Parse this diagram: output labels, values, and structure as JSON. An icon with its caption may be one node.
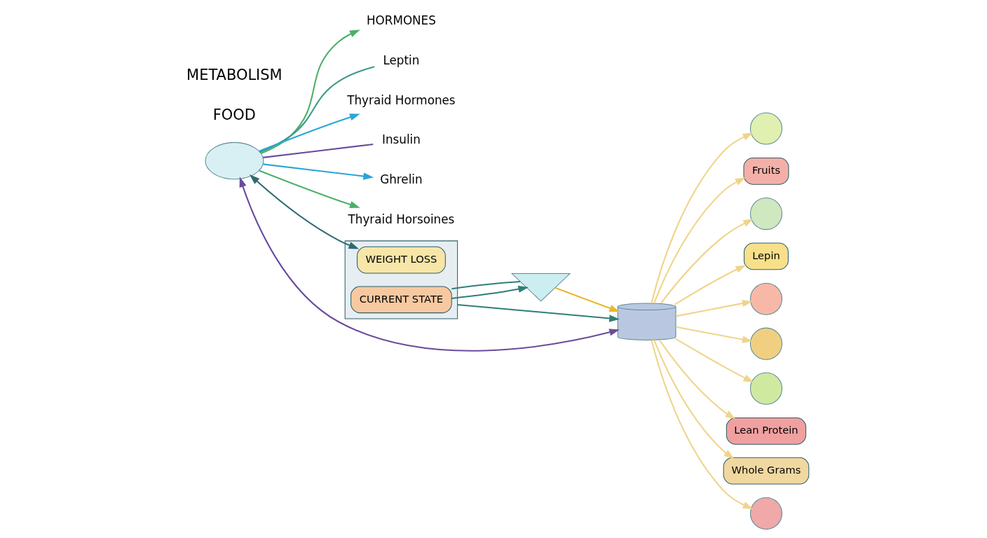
{
  "diagram": {
    "nodes": [
      {
        "text": [],
        "shape": "cloud"
      },
      {
        "text": [
          "HORMONES"
        ]
      },
      {
        "text": [
          "Leptin"
        ]
      },
      {
        "text": [
          "Thyraid Hormones"
        ]
      },
      {
        "text": [
          "Insulin"
        ]
      },
      {
        "text": [
          "Ghrelin"
        ]
      },
      {
        "text": [
          "Thyraid Horsoines"
        ]
      },
      {
        "text": [],
        "shape": "box"
      },
      {
        "text": [
          "WEIGHT LOSS"
        ],
        "in": 7
      },
      {
        "text": [
          "CURRENT STATE"
        ],
        "in": 7
      },
      {
        "text": [],
        "shape": "triangle"
      },
      {
        "text": [],
        "shape": "cylinder"
      },
      {
        "text": [],
        "shape": "circle"
      },
      {
        "text": [
          "Fruits"
        ]
      },
      {
        "text": [],
        "shape": "circle"
      },
      {
        "text": [
          "Lepin"
        ]
      },
      {
        "text": [],
        "shape": "circle"
      },
      {
        "text": [],
        "shape": "circle"
      },
      {
        "text": [],
        "shape": "circle"
      },
      {
        "text": [
          "Lean Protein"
        ]
      },
      {
        "text": [
          "Whole Grams"
        ]
      },
      {
        "text": [],
        "shape": "circle"
      }
    ],
    "edges": [
      {
        "from": 0,
        "to": 1,
        "arrow": "to",
        "color": "#4caf6a"
      },
      {
        "from": 0,
        "to": 2,
        "arrow": "none",
        "color": "#3a9a8a"
      },
      {
        "from": 0,
        "to": 3,
        "arrow": "to",
        "color": "#2aa6d6"
      },
      {
        "from": 0,
        "to": 4,
        "arrow": "none",
        "color": "#6a4c9c"
      },
      {
        "from": 0,
        "to": 5,
        "arrow": "to",
        "color": "#2aa6d6"
      },
      {
        "from": 0,
        "to": 6,
        "arrow": "to",
        "color": "#4caf6a"
      },
      {
        "from": 0,
        "to": 8,
        "arrow": "both",
        "color": "#2f6b73"
      },
      {
        "from": 0,
        "to": 11,
        "arrow": "both",
        "color": "#6a4c9c"
      },
      {
        "from": 7,
        "to": 11,
        "arrow": "to",
        "color": "#2f7f78"
      },
      {
        "from": 9,
        "to": 10,
        "arrow": "to",
        "color": "#2f7f78"
      },
      {
        "from": 9,
        "to": 10,
        "arrow": "none",
        "color": "#2f7f78"
      },
      {
        "from": 10,
        "to": 11,
        "arrow": "to",
        "color": "#e8b830"
      },
      {
        "from": 11,
        "to": 12,
        "arrow": "to"
      },
      {
        "from": 11,
        "to": 13,
        "arrow": "to"
      },
      {
        "from": 11,
        "to": 14,
        "arrow": "to"
      },
      {
        "from": 11,
        "to": 15,
        "arrow": "to"
      },
      {
        "from": 11,
        "to": 16,
        "arrow": "to"
      },
      {
        "from": 11,
        "to": 17,
        "arrow": "to"
      },
      {
        "from": 11,
        "to": 18,
        "arrow": "to"
      },
      {
        "from": 11,
        "to": 19,
        "arrow": "to"
      },
      {
        "from": 11,
        "to": 20,
        "arrow": "to"
      },
      {
        "from": 11,
        "to": 21,
        "arrow": "to"
      }
    ],
    "labels": [
      "FOOD",
      "METABOLISM"
    ]
  }
}
